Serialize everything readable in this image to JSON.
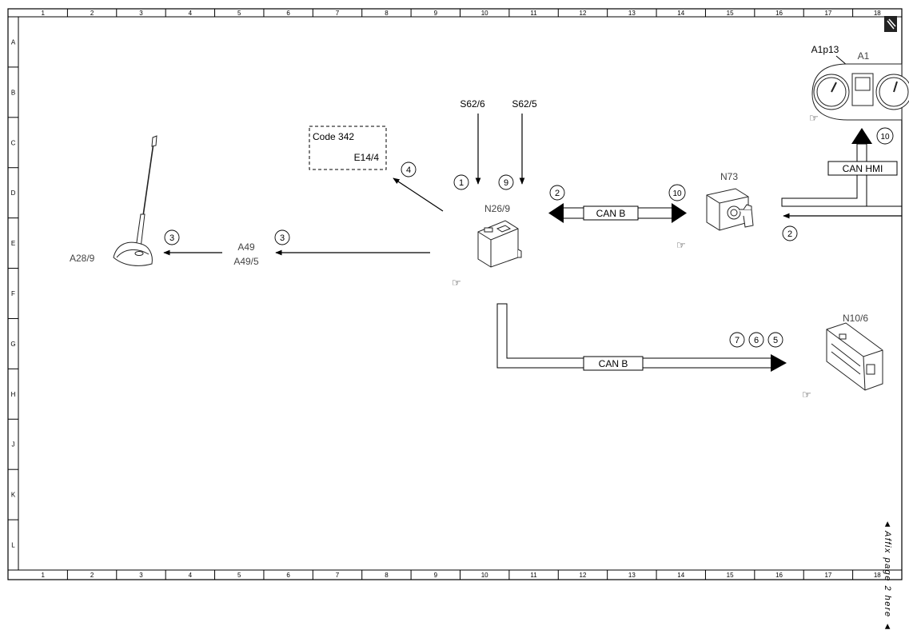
{
  "grid": {
    "columns": [
      "1",
      "2",
      "3",
      "4",
      "5",
      "6",
      "7",
      "8",
      "9",
      "10",
      "11",
      "12",
      "13",
      "14",
      "15",
      "16",
      "17",
      "18"
    ],
    "rows": [
      "A",
      "B",
      "C",
      "D",
      "E",
      "F",
      "G",
      "H",
      "J",
      "K",
      "L"
    ]
  },
  "components": {
    "antenna": "A28/9",
    "a49": "A49",
    "a49_5": "A49/5",
    "code_box_line1": "Code 342",
    "code_box_line2": "E14/4",
    "s62_6": "S62/6",
    "s62_5": "S62/5",
    "n26_9": "N26/9",
    "n73": "N73",
    "n10_6": "N10/6",
    "a1": "A1",
    "a1p13": "A1p13"
  },
  "buses": {
    "can_b_top": "CAN B",
    "can_b_bottom": "CAN B",
    "can_hmi": "CAN HMI"
  },
  "markers": {
    "m1": "1",
    "m9": "9",
    "m4": "4",
    "m3_left": "3",
    "m3_right": "3",
    "m2_left": "2",
    "m10_left": "10",
    "m10_top": "10",
    "m2_right": "2",
    "m7": "7",
    "m6": "6",
    "m5": "5"
  },
  "side_note": "Affix page 2 here",
  "side_note_arrow": "◄"
}
